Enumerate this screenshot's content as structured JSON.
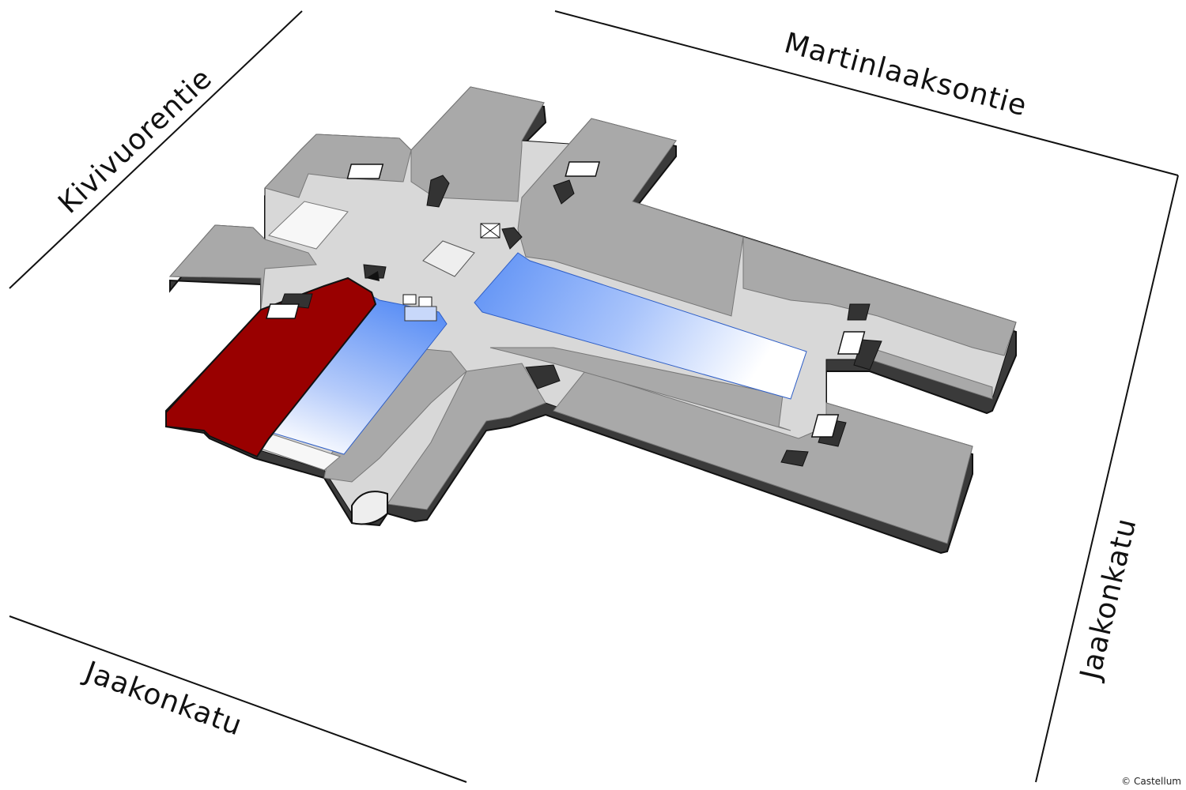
{
  "streets": {
    "north_east": "Martinlaaksontie",
    "north_west": "Kivivuorentie",
    "south_west": "Jaakonkatu",
    "east": "Jaakonkatu"
  },
  "copyright": "© Castellum",
  "colors": {
    "highlight_unit": "#990000",
    "corridor_blue": "#5b8ff5",
    "unit_gray": "#a9a9a9",
    "corridor_light": "#d8d8d8",
    "wall_dark": "#3a3a3a",
    "outline": "#111111"
  },
  "icons": [
    "entrance-arrow-icon",
    "elevator-icon",
    "stairs-icon",
    "toilet-icon"
  ]
}
